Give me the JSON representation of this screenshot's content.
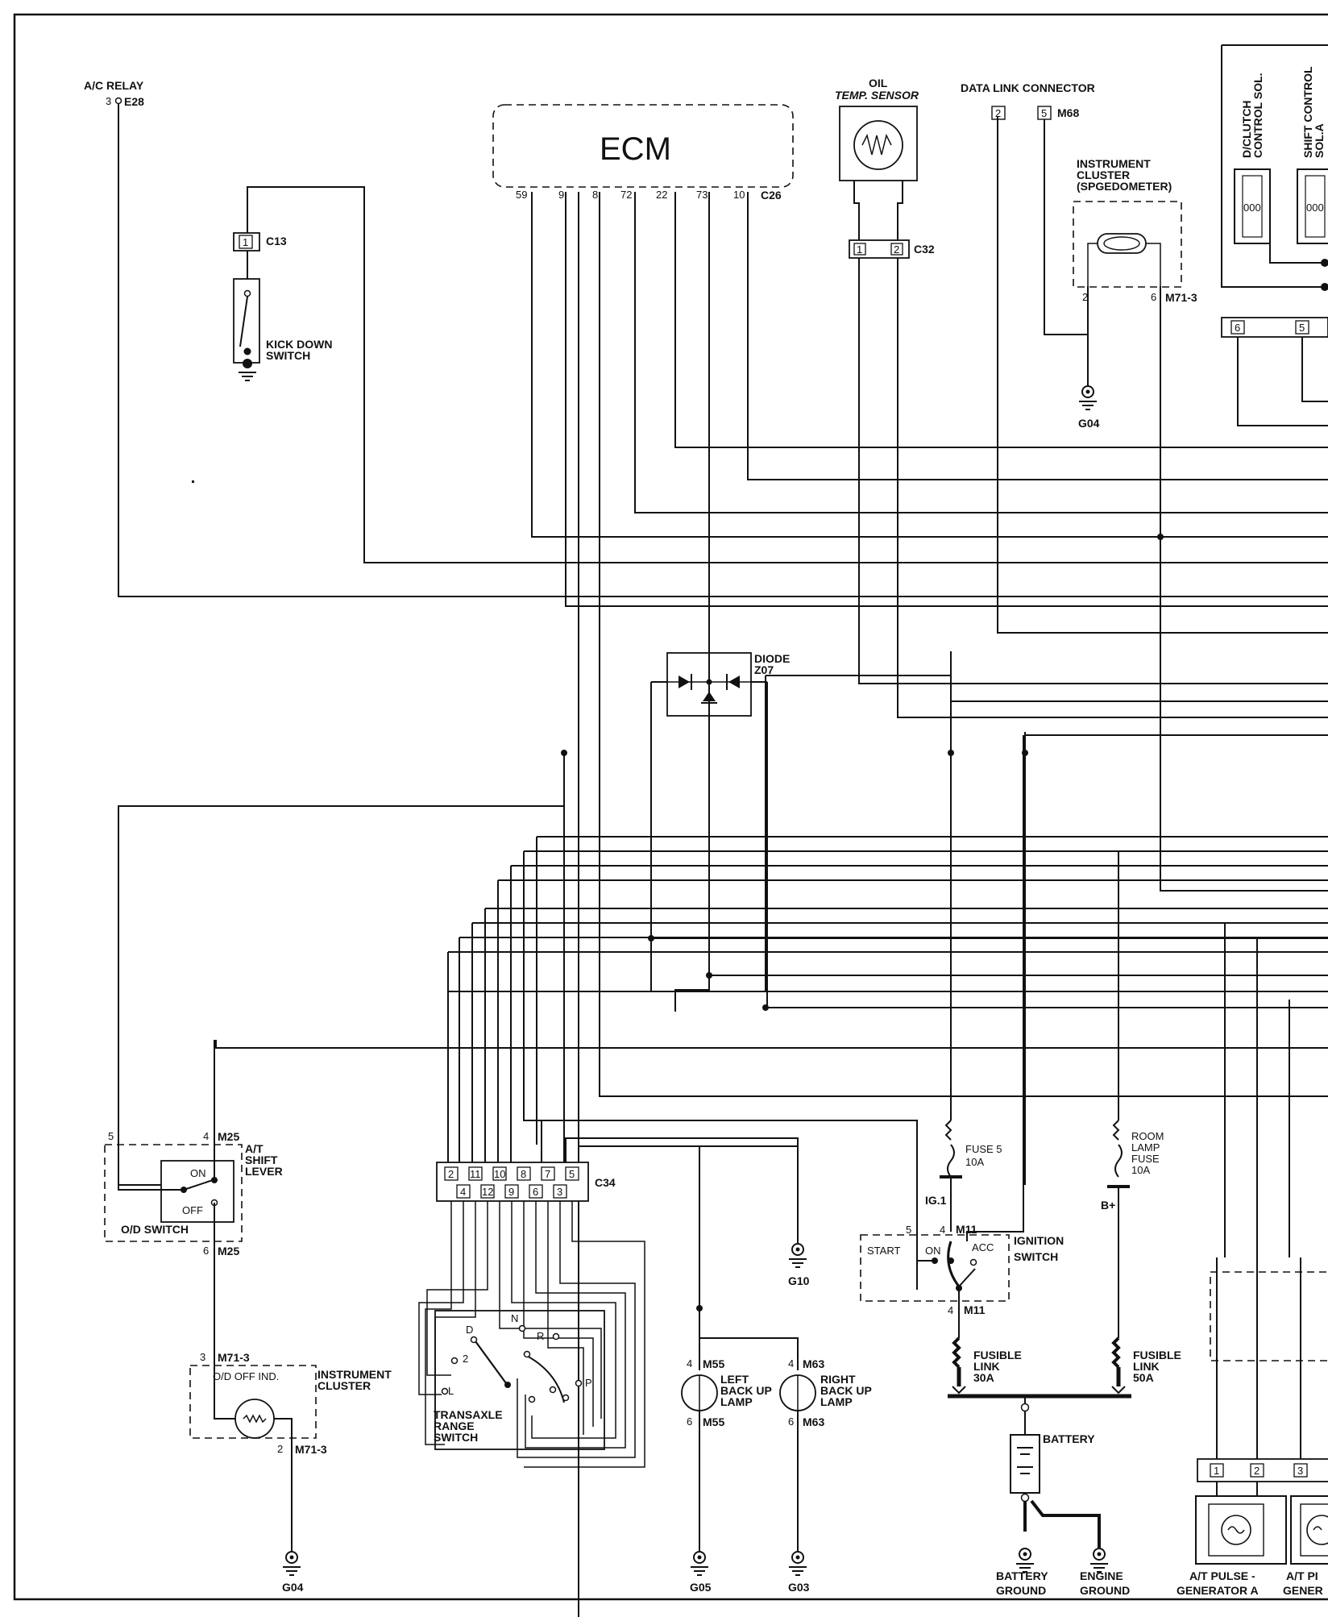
{
  "components": {
    "ac_relay": {
      "title": "A/C RELAY",
      "pin": "3",
      "connector": "E28"
    },
    "ecm": {
      "title": "ECM",
      "connector": "C26",
      "pins": [
        "59",
        "9",
        "8",
        "72",
        "22",
        "73",
        "10"
      ]
    },
    "oil_temp_sensor": {
      "title_line1": "OIL",
      "title_line2": "TEMP. SENSOR",
      "pin1": "1",
      "pin2": "2",
      "connector": "C32"
    },
    "data_link_connector": {
      "title": "DATA LINK CONNECTOR",
      "pin_a": "2",
      "pin_b": "5",
      "connector": "M68"
    },
    "instrument_cluster_speedo": {
      "line1": "INSTRUMENT",
      "line2": "CLUSTER",
      "line3": "(SPGEDOMETER)",
      "pin_left": "2",
      "pin_right": "6",
      "connector": "M71-3"
    },
    "solenoids": {
      "dclutch_line1": "D/CLUTCH",
      "dclutch_line2": "CONTROL SOL.",
      "shift_line1": "SHIFT CONTROL",
      "shift_line2": "SOL.A",
      "pin_a": "6",
      "pin_b": "5"
    },
    "kick_down": {
      "connector": "C13",
      "pin": "1",
      "line1": "KICK DOWN",
      "line2": "SWITCH"
    },
    "diode": {
      "line1": "DIODE",
      "line2": "Z07"
    },
    "shift_lever": {
      "pin_5": "5",
      "pin_4": "4",
      "connector_top": "M25",
      "pin_6": "6",
      "connector_bottom": "M25",
      "line1": "A/T",
      "line2": "SHIFT",
      "line3": "LEVER",
      "on_label": "ON",
      "off_label": "OFF",
      "od_switch": "O/D SWITCH"
    },
    "od_off_indicator": {
      "pin_top": "3",
      "connector_top": "M71-3",
      "label": "O/D OFF IND.",
      "cluster_line1": "INSTRUMENT",
      "cluster_line2": "CLUSTER",
      "pin_bottom": "2",
      "connector_bottom": "M71-3"
    },
    "c34": {
      "connector": "C34",
      "top_pins": [
        "2",
        "11",
        "10",
        "8",
        "7",
        "5"
      ],
      "bottom_pins": [
        "4",
        "12",
        "9",
        "6",
        "3"
      ]
    },
    "transaxle": {
      "line1": "TRANSAXLE",
      "line2": "RANGE",
      "line3": "SWITCH",
      "positions": [
        "D",
        "N",
        "R",
        "2",
        "L",
        "P"
      ]
    },
    "grounds": {
      "g04_upper": "G04",
      "g04_lower": "G04",
      "g10": "G10",
      "g05": "G05",
      "g03": "G03"
    },
    "left_backup": {
      "pin_top": "4",
      "connector_top": "M55",
      "line1": "LEFT",
      "line2": "BACK UP",
      "line3": "LAMP",
      "pin_bottom": "6",
      "connector_bottom": "M55"
    },
    "right_backup": {
      "pin_top": "4",
      "connector_top": "M63",
      "line1": "RIGHT",
      "line2": "BACK UP",
      "line3": "LAMP",
      "pin_bottom": "6",
      "connector_bottom": "M63"
    },
    "fuse5": {
      "line1": "FUSE 5",
      "line2": "10A",
      "bus": "IG.1"
    },
    "room_lamp_fuse": {
      "line1": "ROOM",
      "line2": "LAMP",
      "line3": "FUSE",
      "line4": "10A",
      "bus": "B+"
    },
    "ignition": {
      "pin_5": "5",
      "pin_4": "4",
      "connector": "M11",
      "start": "START",
      "on": "ON",
      "acc": "ACC",
      "line1": "IGNITION",
      "line2": "SWITCH",
      "pin_bottom": "4",
      "connector_bottom": "M11"
    },
    "fusible_30": {
      "line1": "FUSIBLE",
      "line2": "LINK",
      "line3": "30A"
    },
    "fusible_50": {
      "line1": "FUSIBLE",
      "line2": "LINK",
      "line3": "50A"
    },
    "battery": {
      "label": "BATTERY",
      "ground1_line1": "BATTERY",
      "ground1_line2": "GROUND",
      "ground2_line1": "ENGINE",
      "ground2_line2": "GROUND"
    },
    "pulse_generators": {
      "pins": [
        "1",
        "2",
        "3"
      ],
      "a_line1": "A/T PULSE -",
      "a_line2": "GENERATOR A",
      "b_line1": "A/T PI",
      "b_line2": "GENER"
    }
  }
}
